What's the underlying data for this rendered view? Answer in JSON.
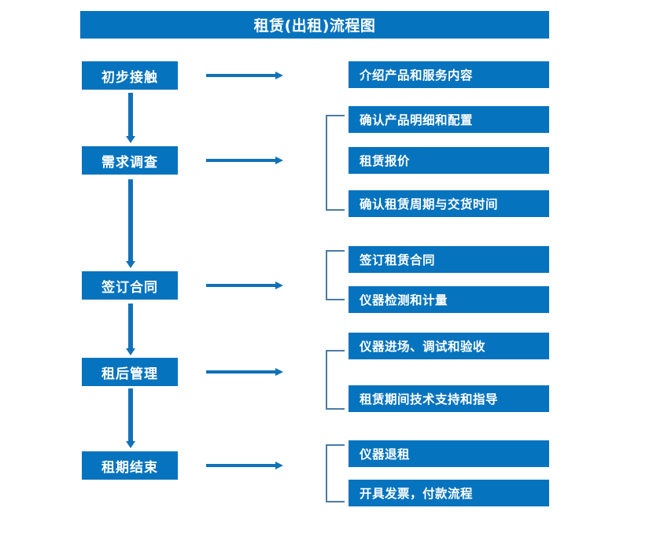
{
  "header": {
    "title": "租赁(出租)流程图"
  },
  "colors": {
    "box_fill": "#0673BE",
    "box_text": "#FFFFFF",
    "arrow": "#1072B8",
    "bracket": "#4C7BA8",
    "background": "#FFFFFF"
  },
  "stages": [
    {
      "label": "初步接触"
    },
    {
      "label": "需求调查"
    },
    {
      "label": "签订合同"
    },
    {
      "label": "租后管理"
    },
    {
      "label": "租期结束"
    }
  ],
  "details": [
    {
      "label": "介绍产品和服务内容"
    },
    {
      "label": "确认产品明细和配置"
    },
    {
      "label": "租赁报价"
    },
    {
      "label": "确认租赁周期与交货时间"
    },
    {
      "label": "签订租赁合同"
    },
    {
      "label": "仪器检测和计量"
    },
    {
      "label": "仪器进场、调试和验收"
    },
    {
      "label": "租赁期间技术支持和指导"
    },
    {
      "label": "仪器退租"
    },
    {
      "label": "开具发票，付款流程"
    }
  ],
  "groups": [
    {
      "stage": "初步接触",
      "details": [
        "介绍产品和服务内容"
      ],
      "bracket": false
    },
    {
      "stage": "需求调查",
      "details": [
        "确认产品明细和配置",
        "租赁报价",
        "确认租赁周期与交货时间"
      ],
      "bracket": true
    },
    {
      "stage": "签订合同",
      "details": [
        "签订租赁合同",
        "仪器检测和计量"
      ],
      "bracket": true
    },
    {
      "stage": "租后管理",
      "details": [
        "仪器进场、调试和验收",
        "租赁期间技术支持和指导"
      ],
      "bracket": true
    },
    {
      "stage": "租期结束",
      "details": [
        "仪器退租",
        "开具发票，付款流程"
      ],
      "bracket": true
    }
  ],
  "chart_data": {
    "type": "diagram",
    "title": "租赁(出租)流程图",
    "orientation": "vertical-with-branches",
    "nodes": [
      {
        "id": "s1",
        "column": "left",
        "label": "初步接触"
      },
      {
        "id": "s2",
        "column": "left",
        "label": "需求调查"
      },
      {
        "id": "s3",
        "column": "left",
        "label": "签订合同"
      },
      {
        "id": "s4",
        "column": "left",
        "label": "租后管理"
      },
      {
        "id": "s5",
        "column": "left",
        "label": "租期结束"
      },
      {
        "id": "d1",
        "column": "right",
        "label": "介绍产品和服务内容"
      },
      {
        "id": "d2",
        "column": "right",
        "label": "确认产品明细和配置"
      },
      {
        "id": "d3",
        "column": "right",
        "label": "租赁报价"
      },
      {
        "id": "d4",
        "column": "right",
        "label": "确认租赁周期与交货时间"
      },
      {
        "id": "d5",
        "column": "right",
        "label": "签订租赁合同"
      },
      {
        "id": "d6",
        "column": "right",
        "label": "仪器检测和计量"
      },
      {
        "id": "d7",
        "column": "right",
        "label": "仪器进场、调试和验收"
      },
      {
        "id": "d8",
        "column": "right",
        "label": "租赁期间技术支持和指导"
      },
      {
        "id": "d9",
        "column": "right",
        "label": "仪器退租"
      },
      {
        "id": "d10",
        "column": "right",
        "label": "开具发票，付款流程"
      }
    ],
    "edges": [
      {
        "from": "s1",
        "to": "s2",
        "type": "arrow-down"
      },
      {
        "from": "s2",
        "to": "s3",
        "type": "arrow-down"
      },
      {
        "from": "s3",
        "to": "s4",
        "type": "arrow-down"
      },
      {
        "from": "s4",
        "to": "s5",
        "type": "arrow-down"
      },
      {
        "from": "s1",
        "to": "d1",
        "type": "arrow-right"
      },
      {
        "from": "s2",
        "to": "d2,d3,d4",
        "type": "arrow-right-bracket"
      },
      {
        "from": "s3",
        "to": "d5,d6",
        "type": "arrow-right-bracket"
      },
      {
        "from": "s4",
        "to": "d7,d8",
        "type": "arrow-right-bracket"
      },
      {
        "from": "s5",
        "to": "d9,d10",
        "type": "arrow-right-bracket"
      }
    ]
  }
}
